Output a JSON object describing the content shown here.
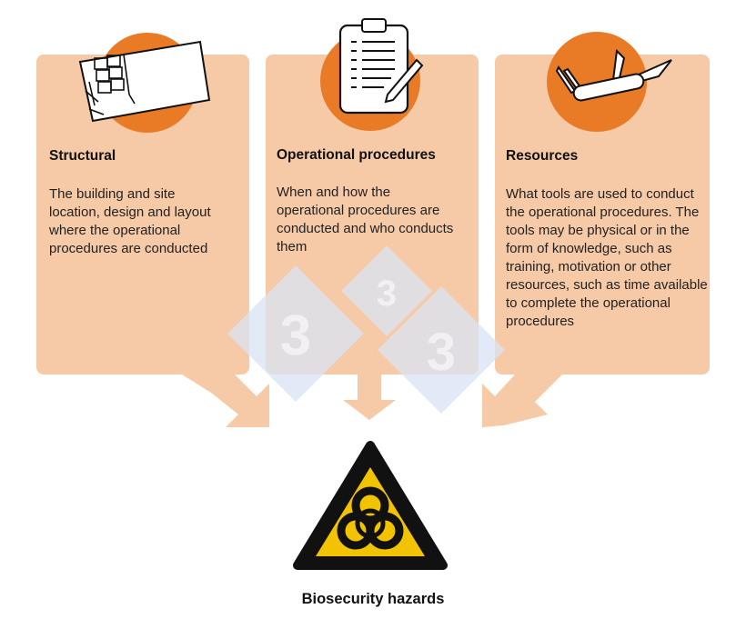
{
  "columns": [
    {
      "title": "Structural",
      "description": "The building and site location, design and layout where the operational procedures are conducted",
      "icon": "floor-plan-icon"
    },
    {
      "title": "Operational procedures",
      "description": "When and how the operational procedures are conducted and who conducts them",
      "icon": "clipboard-checklist-icon"
    },
    {
      "title": "Resources",
      "description": "What tools are used to conduct the operational procedures. The tools may be physical or in the form of knowledge, such as training, motivation or other resources, such as time available to complete the operational procedures",
      "icon": "multi-tool-knife-icon"
    }
  ],
  "outcome": {
    "label": "Biosecurity hazards",
    "icon": "biohazard-warning-icon"
  },
  "colors": {
    "card": "#f6c9a7",
    "accent": "#ea7b26",
    "warning_yellow": "#f2c300",
    "watermark": "#dde6f6"
  }
}
